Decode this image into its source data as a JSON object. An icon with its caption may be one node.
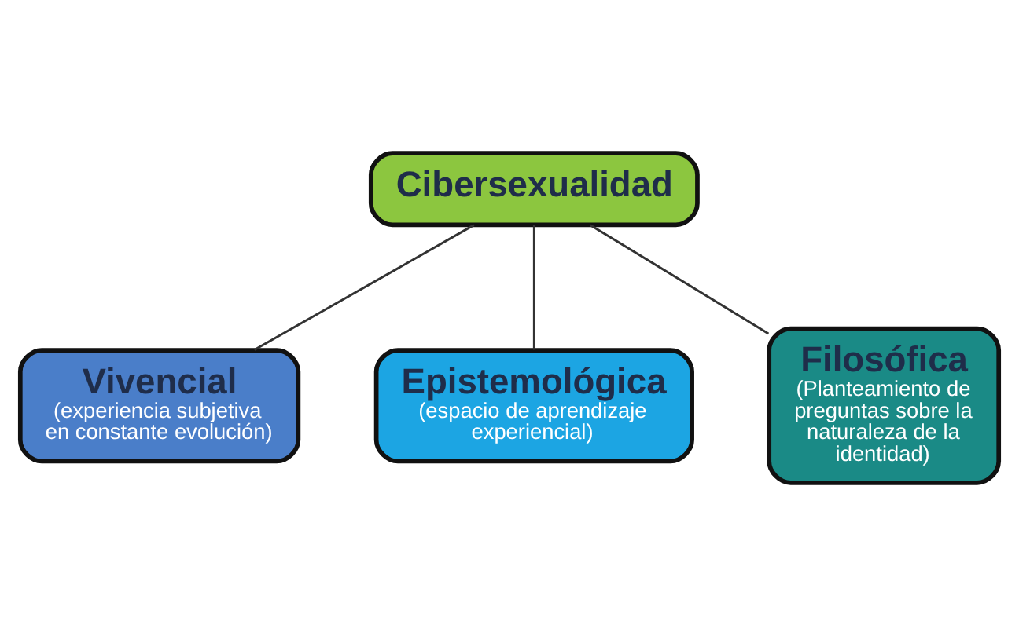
{
  "diagram": {
    "nodes": [
      {
        "text": [
          "Cibersexualidad"
        ]
      },
      {
        "text": [
          "Vivencial",
          "(experiencia subjetiva en constante evolución)"
        ]
      },
      {
        "text": [
          "Epistemológica",
          "(espacio de aprendizaje experiencial)"
        ]
      },
      {
        "text": [
          "Filosófica",
          "(Planteamiento de preguntas sobre la naturaleza de la identidad)"
        ]
      }
    ],
    "edges": [
      {
        "from": 0,
        "to": 1,
        "arrow": "none"
      },
      {
        "from": 0,
        "to": 2,
        "arrow": "none"
      },
      {
        "from": 0,
        "to": 3,
        "arrow": "none"
      }
    ]
  }
}
